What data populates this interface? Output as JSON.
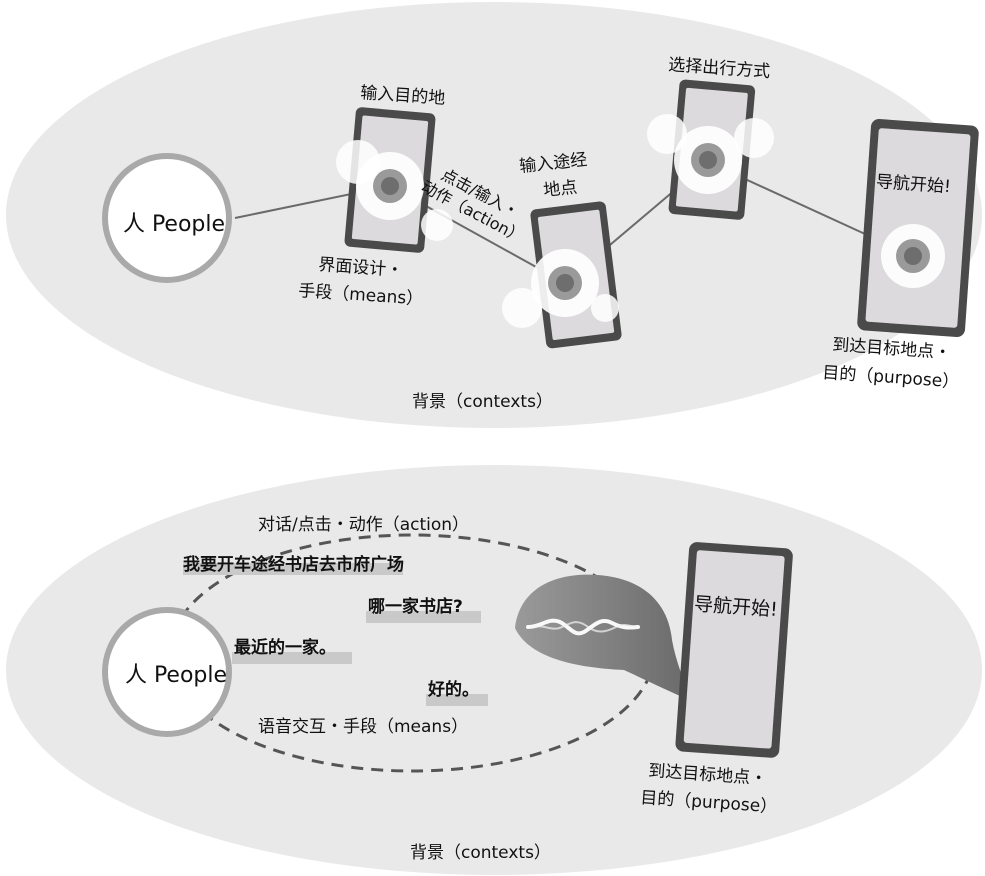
{
  "top": {
    "people_label": "人 People",
    "step1": "输入目的地",
    "step2_line1": "输入途经",
    "step2_line2": "地点",
    "step3": "选择出行方式",
    "screen_text": "导航开始!",
    "action_line1": "点击/输入・",
    "action_line2": "动作（action）",
    "means_line1": "界面设计・",
    "means_line2": "手段（means）",
    "purpose_line1": "到达目标地点・",
    "purpose_line2": "目的（purpose）",
    "context": "背景（contexts）"
  },
  "bottom": {
    "people_label": "人 People",
    "action": "对话/点击・动作（action）",
    "dialog": [
      "我要开车途经书店去市府广场",
      "哪一家书店?",
      "最近的一家。",
      "好的。"
    ],
    "means": "语音交互・手段（means）",
    "screen_text": "导航开始!",
    "purpose_line1": "到达目标地点・",
    "purpose_line2": "目的（purpose）",
    "context": "背景（contexts）"
  },
  "colors": {
    "context_bg": "#e9e9e9",
    "phone_frame": "#4a4a4a",
    "phone_screen": "#dcdadd",
    "line": "#6a6a6a"
  }
}
